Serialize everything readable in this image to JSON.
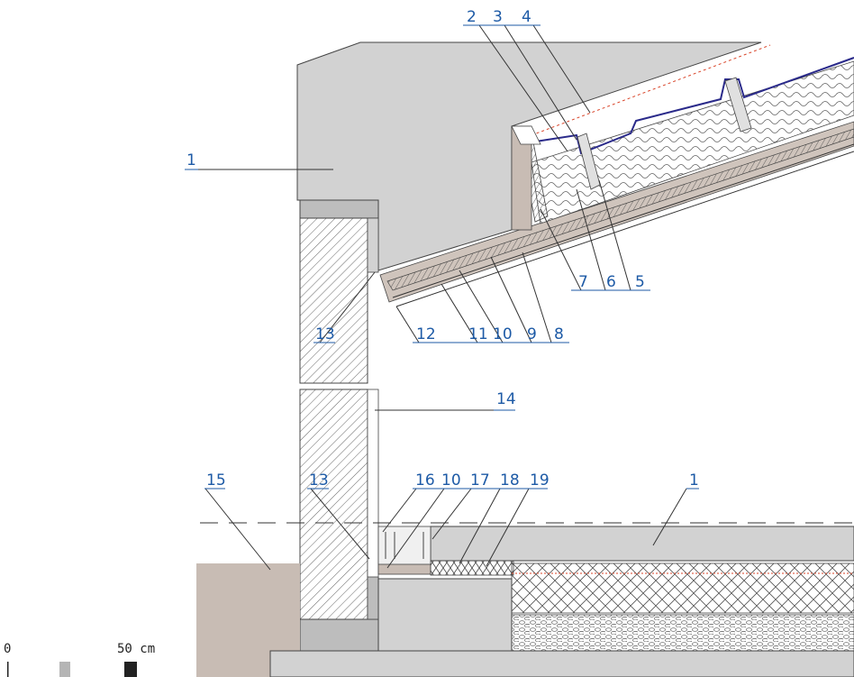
{
  "callouts": {
    "c1_top": "1",
    "c1_floor": "1",
    "c2": "2",
    "c3": "3",
    "c4": "4",
    "c5": "5",
    "c6": "6",
    "c7": "7",
    "c8": "8",
    "c9": "9",
    "c10_roof": "10",
    "c10_floor": "10",
    "c11": "11",
    "c12": "12",
    "c13_roof": "13",
    "c13_floor": "13",
    "c14": "14",
    "c15": "15",
    "c16": "16",
    "c17": "17",
    "c18": "18",
    "c19": "19"
  },
  "scale_bar": {
    "start": "0",
    "end": "50 cm"
  },
  "colors": {
    "label": "#1d5aa6",
    "concrete": "#d2d2d2",
    "soil": "#c8bcb4",
    "membrane": "#2a2a8a",
    "dashed_red": "#d9452a"
  }
}
